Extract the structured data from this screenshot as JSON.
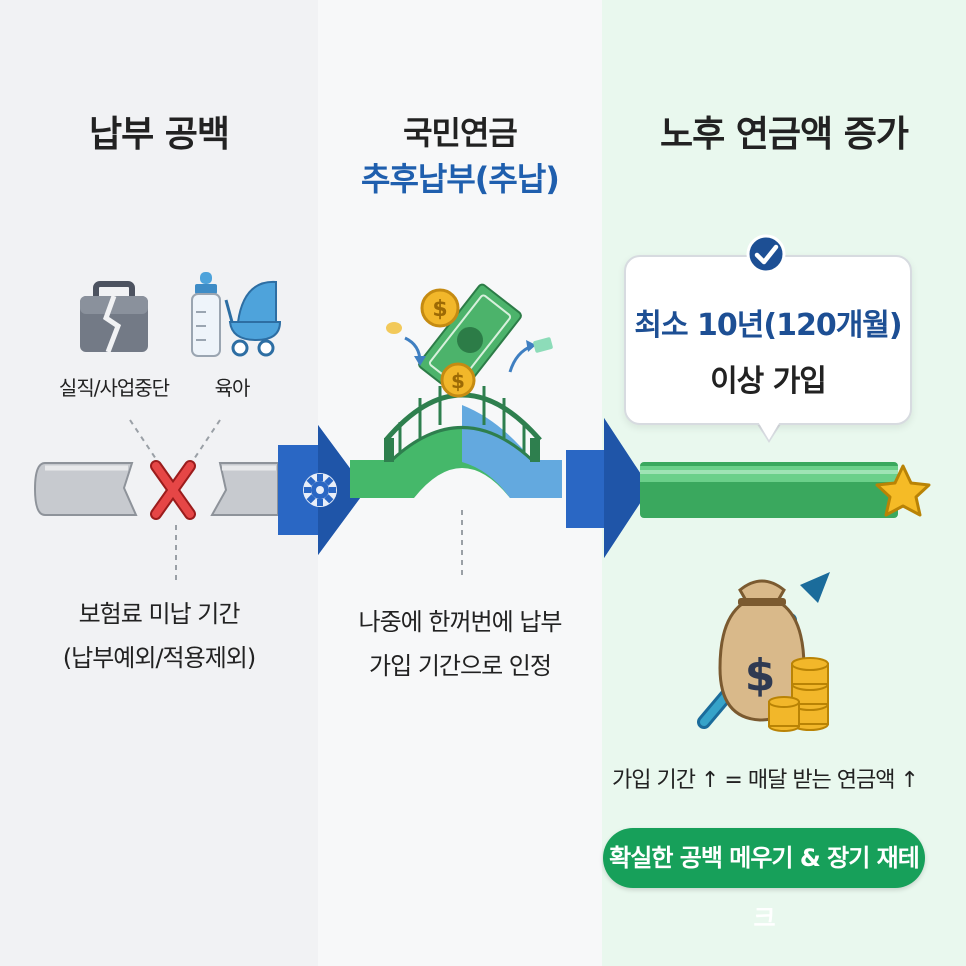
{
  "panel_left": {
    "title": "납부 공백",
    "icon_labels": [
      "실직/사업중단",
      "육아"
    ],
    "caption_lines": [
      "보험료 미납 기간",
      "(납부예외/적용제외)"
    ]
  },
  "panel_middle": {
    "title_line1": "국민연금",
    "title_line2": "추후납부(추납)",
    "caption_lines": [
      "나중에 한꺼번에 납부",
      "가입 기간으로 인정"
    ]
  },
  "panel_right": {
    "title": "노후 연금액 증가",
    "callout_lines": [
      "최소 10년(120개월)",
      "이상 가입"
    ],
    "formula": "가입 기간 ↑ = 매달 받는 연금액 ↑",
    "pill": "확실한 공백 메우기 & 장기 재테크"
  },
  "icons": {
    "briefcase": "broken-briefcase-icon",
    "baby": "baby-bottle-and-stroller-icon",
    "cross": "red-x-icon",
    "gear": "gear-icon",
    "bridge": "bridge-with-money-icon",
    "check": "check-badge-icon",
    "star": "star-icon",
    "money": "money-bag-growth-icon"
  },
  "colors": {
    "accent_blue": "#1f5fae",
    "green": "#3cb864",
    "red": "#e03c3c",
    "pill_green": "#17a05a",
    "gold": "#f2b72a"
  }
}
